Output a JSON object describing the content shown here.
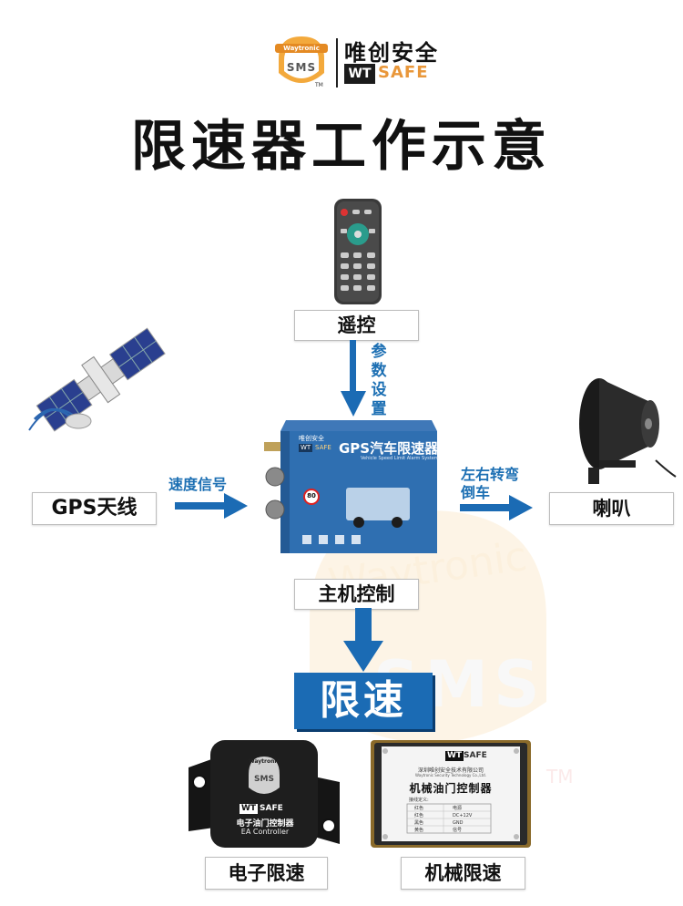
{
  "logo": {
    "badge_text": "Waytronic",
    "badge_mark": "SMS",
    "trademark": "TM",
    "brand_cn": "唯创安全",
    "brand_box": "WT",
    "brand_en": "SAFE"
  },
  "title": "限速器工作示意",
  "nodes": {
    "remote_label": "遥控",
    "gps_label": "GPS天线",
    "main_label": "主机控制",
    "horn_label": "喇叭",
    "limit_label": "限速",
    "electronic_label": "电子限速",
    "mechanical_label": "机械限速"
  },
  "edges": {
    "param_setting": "参数设置",
    "speed_signal": "速度信号",
    "turn_label_1": "左右转弯",
    "turn_label_2": "倒车"
  },
  "device": {
    "brand_cn": "唯创安全",
    "brand_box": "WT",
    "brand_en": "SAFE",
    "product_name": "GPS汽车限速器",
    "product_sub": "Vehicle Speed Limit Alarm System",
    "speed_sign": "80"
  },
  "electronic_controller": {
    "badge": "Waytronic",
    "mark": "SMS",
    "brand_box": "WT",
    "brand_en": "SAFE",
    "name_cn": "电子油门控制器",
    "name_en": "EA Controller"
  },
  "mechanical_controller": {
    "brand_box": "WT",
    "brand_en": "SAFE",
    "company_cn": "深圳唯创安全技术有限公司",
    "company_en": "Waytronic Security Technology Co.,Ltd.",
    "name_cn": "机械油门控制器",
    "wire_heading": "接线定义:",
    "wires": [
      {
        "color": "红色",
        "def": "电源"
      },
      {
        "color": "红色",
        "def": "DC+12V"
      },
      {
        "color": "黑色",
        "def": "GND"
      },
      {
        "color": "黄色",
        "def": "信号"
      }
    ]
  },
  "watermark": {
    "text": "Waytronic",
    "mark": "SMS",
    "trademark": "TM"
  },
  "colors": {
    "accent_blue": "#1b6bb4",
    "logo_orange": "#e9973a",
    "device_blue": "#2f6fb1"
  }
}
